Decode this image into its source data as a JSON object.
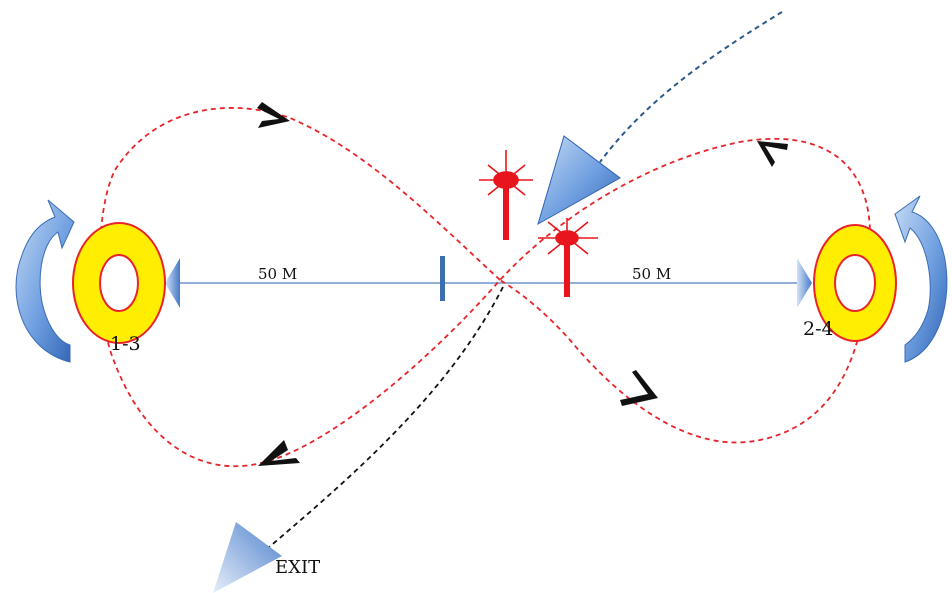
{
  "distances": {
    "left": "50 M",
    "right": "50 M"
  },
  "poles": {
    "left": "1-3",
    "right": "2-4"
  },
  "exit_label": "EXIT",
  "colors": {
    "path": "#e8242a",
    "entry_path": "#2a5a8c",
    "exit_path": "#111111",
    "ring_fill": "#ffee00",
    "ring_stroke": "#e8242a",
    "measure_line": "#6f94c8",
    "blue_marker": "#3b6fb0",
    "light": "#e8161c",
    "arrow_blue": "#4c84cc"
  }
}
